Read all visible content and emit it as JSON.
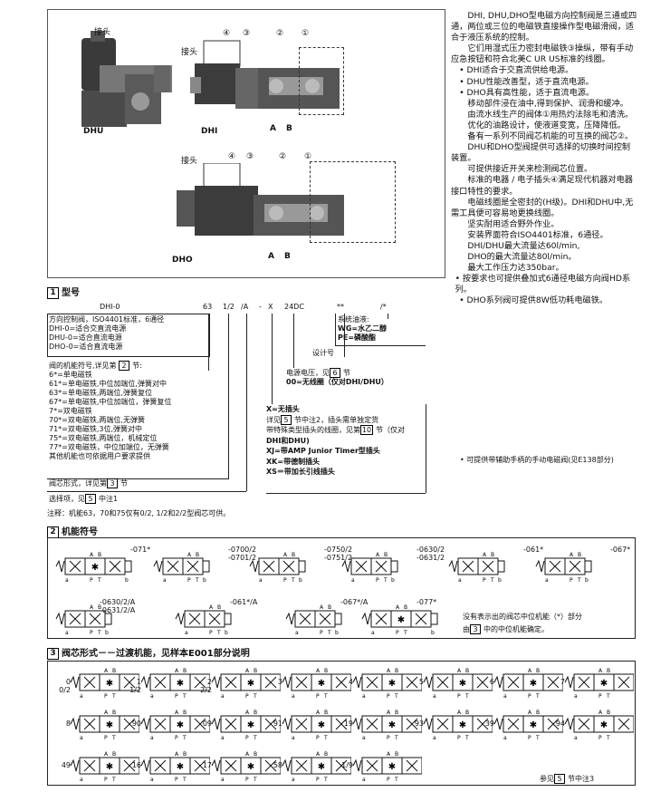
{
  "images": {
    "labels_top": {
      "jietou_a": "接头",
      "jietou_b": "接头",
      "n4": "④",
      "n3": "③",
      "n2": "②",
      "n1": "①",
      "dhu": "DHU",
      "dhi": "DHI",
      "a": "A",
      "b": "B"
    },
    "labels_bottom": {
      "jietou": "接头",
      "n4": "④",
      "n3": "③",
      "n2": "②",
      "n1": "①",
      "dho": "DHO",
      "a": "A",
      "b": "B"
    }
  },
  "description": [
    "DHI, DHU,DHO型电磁方向控制阀是三通或四通，两位或三位的电磁铁直接操作型电磁滑阀，适合于液压系统的控制。",
    "它们用湿式压力密封电磁铁③操纵，带有手动应急按钮和符合北美C UR US标准的线圈。",
    "• DHI适合于交直流供给电源。",
    "• DHU性能改善型，适于直流电源。",
    "• DHO具有高性能，适于直流电源。",
    "移动部件浸在油中,得到保护、润滑和缓冲。",
    "由流水线生产的阀体①用热灼法除毛和清洗。",
    "优化的油路设计，使液道变宽，压降降低。",
    "备有一系列不同阀芯机能的可互换的阀芯②。",
    "DHU和DHO型阀提供可选择的切换时间控制装置。",
    "可提供接近开关来检测阀芯位置。",
    "标准的电器 / 电子插头④满足现代机器对电器接口特性的要求。",
    "电磁线圈是全密封的(H级)。DHI和DHU中,无需工具便可容易地更换线圈。",
    "坚实耐用适合野外作业。",
    "安装界面符合ISO4401标准，6通径。",
    "DHI/DHU最大流量达60l/min,",
    "DHO的最大流量达80l/min。",
    "最大工作压力达350bar。",
    "• 按要求也可提供叠加式6通径电磁方向阀HD系列。",
    "• DHO系列阀可提供8W低功耗电磁铁。"
  ],
  "side_note": "• 可提供带辅助手柄的手动电磁阀(见E138部分)",
  "section1": {
    "number": "1",
    "title": "型号",
    "code_parts": [
      "DHI-0",
      "63",
      "1/2",
      "/A",
      "-",
      "X",
      "24DC",
      "**",
      "/*"
    ],
    "model_desc": [
      "方向控制阀，ISO4401标准，6通径",
      "DHI-0=适合交直流电源",
      "DHU-0=适合直流电源",
      "DHO-0=适合直流电源"
    ],
    "fluid": [
      "系统油液:",
      "WG=水乙二醇",
      "PE=磷酸酯"
    ],
    "design_no": "设计号",
    "function": [
      "阀的机能符号,详见第",
      "2",
      "节:",
      "6*=单电磁铁",
      "61*=单电磁铁,中位加端位,弹簧对中",
      "63*=单电磁铁,两端位,弹簧复位",
      "67*=单电磁铁,中位加端位，弹簧复位",
      "7*=双电磁铁",
      "70*=双电磁铁,两端位,无弹簧",
      "71*=双电磁铁,3位,弹簧对中",
      "75*=双电磁铁,两端位，机械定位",
      "77*=双电磁铁，中位加端位，无弹簧",
      "其他机能也可依据用户要求提供"
    ],
    "voltage": [
      "电源电压，见",
      "6",
      "节",
      "00=无线圈（仅对DHI/DHU）"
    ],
    "plug": [
      "X=无插头",
      "详见",
      "5",
      "节中注2，插头需单独定货",
      "带特殊类型插头的线圈，见第",
      "10",
      "节（仅对",
      "DHI和DHU)",
      "XJ=带AMP Junior Timer型插头",
      "XK=带德制插头",
      "XS＝带加长引线插头"
    ],
    "spool": [
      "阀芯形式，详见第",
      "3",
      "节"
    ],
    "option": [
      "选择项，见",
      "5",
      "中注1"
    ],
    "note": "注释：机能63，70和75仅有0/2, 1/2和2/2型阀芯可供。"
  },
  "section2": {
    "number": "2",
    "title": "机能符号",
    "row1": [
      {
        "code": "-071*"
      },
      {
        "code_a": "-0700/2",
        "code_b": "-0701/2"
      },
      {
        "code_a": "-0750/2",
        "code_b": "-0751/2"
      },
      {
        "code_a": "-0630/2",
        "code_b": "-0631/2"
      },
      {
        "code": "-061*"
      },
      {
        "code": "-067*"
      }
    ],
    "row2": [
      {
        "code_a": "-0630/2/A",
        "code_b": "-0631/2/A"
      },
      {
        "code": "-061*/A"
      },
      {
        "code": "-067*/A"
      },
      {
        "code": "-077*"
      }
    ],
    "note_a": "没有表示出的阀芯中位机能（*）部分",
    "note_b_pre": "由",
    "note_b_num": "3",
    "note_b_post": "中的中位机能确定。",
    "port_a": "A",
    "port_b": "B",
    "port_p": "P",
    "port_t": "T",
    "sol_a": "a",
    "sol_b": "b"
  },
  "section3": {
    "number": "3",
    "title": "阀芯形式－－过渡机能，见样本E001部分说明",
    "row1": [
      "0\n0/2",
      "1\n1/2",
      "2\n2/2",
      "3",
      "4",
      "5",
      "6",
      "7"
    ],
    "row2": [
      "8",
      "90",
      "09",
      "91",
      "19",
      "93",
      "39",
      "94"
    ],
    "row3": [
      "49",
      "16",
      "17",
      "58",
      "1/9"
    ],
    "footnote_pre": "参见",
    "footnote_num": "5",
    "footnote_post": "节中注3"
  }
}
